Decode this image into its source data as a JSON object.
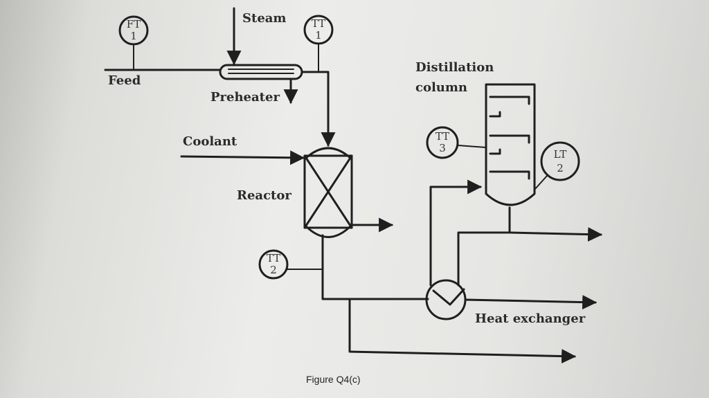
{
  "labels": {
    "steam": "Steam",
    "feed": "Feed",
    "preheater": "Preheater",
    "coolant": "Coolant",
    "reactor": "Reactor",
    "distillation_line1": "Distillation",
    "distillation_line2": "column",
    "heat_exchanger": "Heat exchanger"
  },
  "instruments": {
    "ft1": {
      "code": "FT",
      "number": "1"
    },
    "tt1": {
      "code": "TT",
      "number": "1"
    },
    "tt2": {
      "code": "TT",
      "number": "2"
    },
    "tt3": {
      "code": "TT",
      "number": "3"
    },
    "lt2": {
      "code": "LT",
      "number": "2"
    }
  },
  "caption": "Figure Q4(c)"
}
